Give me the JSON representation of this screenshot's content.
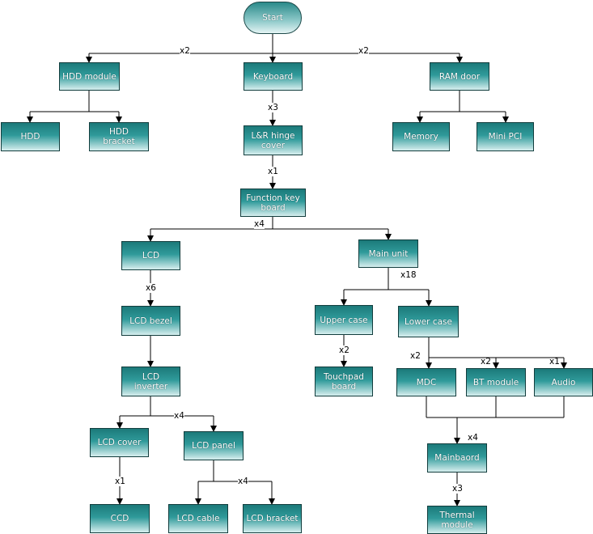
{
  "nodes": {
    "start": "Start",
    "hdd_module": "HDD module",
    "keyboard": "Keyboard",
    "ram_door": "RAM door",
    "hdd": "HDD",
    "hdd_bracket": "HDD bracket",
    "lr_hinge_cover": "L&R hinge cover",
    "memory": "Memory",
    "mini_pci": "Mini PCI",
    "function_key_board": "Function key board",
    "lcd": "LCD",
    "main_unit": "Main unit",
    "lcd_bezel": "LCD bezel",
    "upper_case": "Upper case",
    "lower_case": "Lower case",
    "lcd_inverter": "LCD inverter",
    "touchpad_board": "Touchpad board",
    "mdc": "MDC",
    "bt_module": "BT module",
    "audio": "Audio",
    "lcd_cover": "LCD cover",
    "lcd_panel": "LCD panel",
    "mainboard": "Mainbaord",
    "ccd": "CCD",
    "lcd_cable": "LCD cable",
    "lcd_bracket": "LCD bracket",
    "thermal_module": "Thermal module"
  },
  "counts": {
    "start_hdd_module": "x2",
    "start_ram_door": "x2",
    "keyboard_hinge": "x3",
    "hinge_function_key": "x1",
    "function_key_lcd": "x4",
    "main_unit_split": "x18",
    "lcd_bezel": "x6",
    "upper_case_touchpad": "x2",
    "lower_case_mdc": "x2",
    "lower_case_bt": "x2",
    "lower_case_audio": "x1",
    "lcd_inverter_split": "x4",
    "to_mainboard": "x4",
    "lcd_cover_ccd": "x1",
    "lcd_panel_split": "x4",
    "mainboard_thermal": "x3"
  }
}
